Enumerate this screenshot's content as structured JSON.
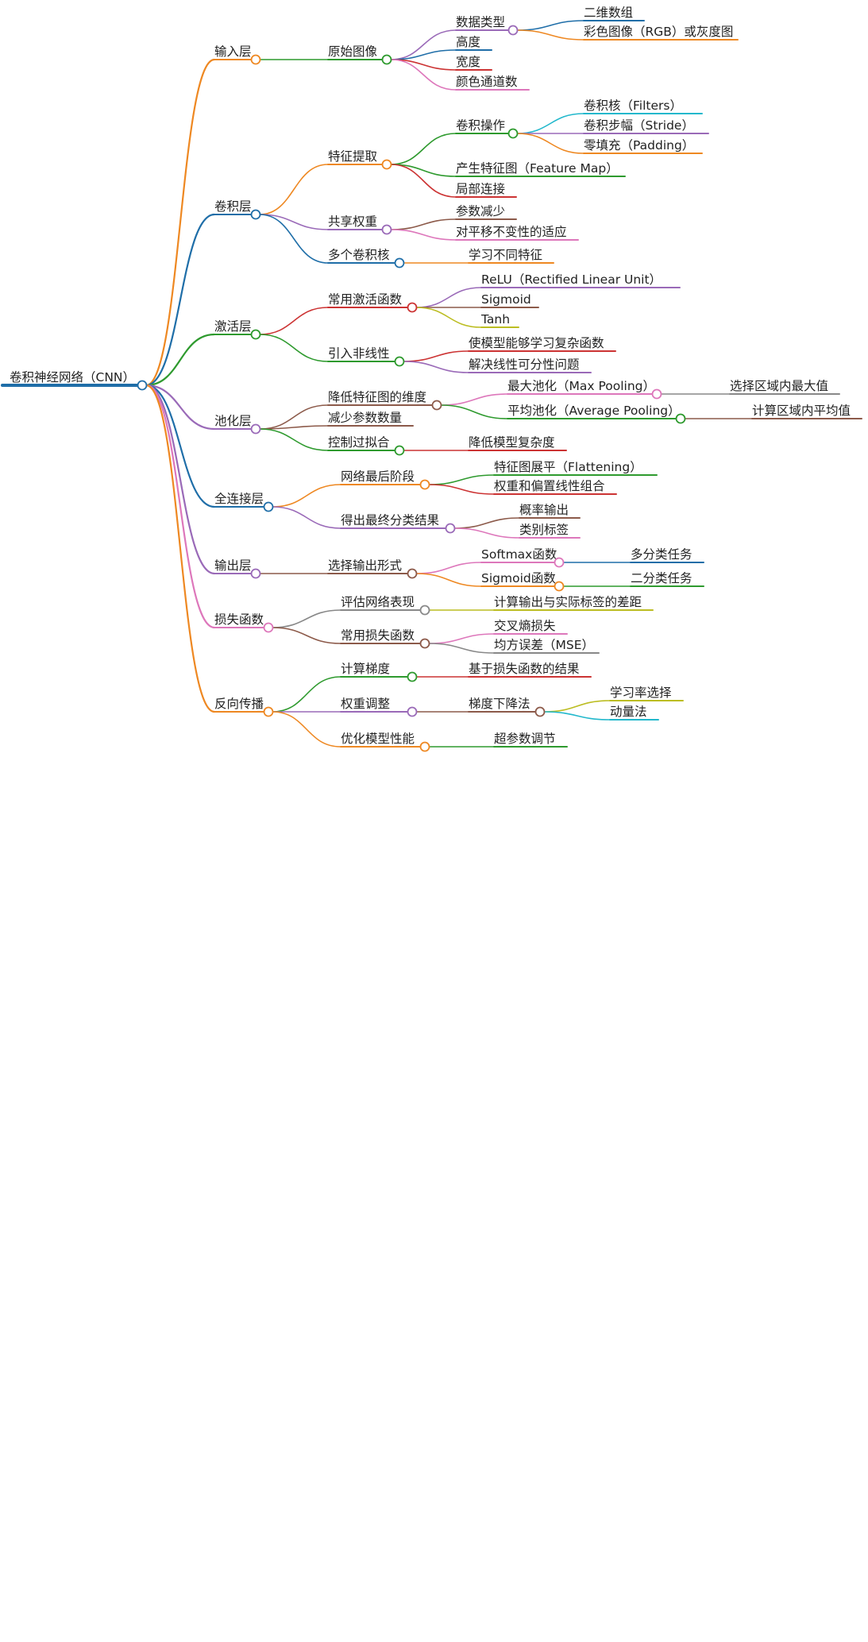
{
  "root": {
    "label": "卷积神经网络（CNN）",
    "color": "#1f6ea8",
    "children": [
      {
        "label": "输入层",
        "color": "#ee8822",
        "children": [
          {
            "label": "原始图像",
            "color": "#2e9a2e",
            "children": [
              {
                "label": "数据类型",
                "color": "#9a6ab8",
                "children": [
                  {
                    "label": "二维数组",
                    "color": "#1f6ea8"
                  },
                  {
                    "label": "彩色图像（RGB）或灰度图",
                    "color": "#ee8822"
                  }
                ]
              },
              {
                "label": "高度",
                "color": "#1f6ea8"
              },
              {
                "label": "宽度",
                "color": "#cc3333"
              },
              {
                "label": "颜色通道数",
                "color": "#dd77bb"
              }
            ]
          }
        ]
      },
      {
        "label": "卷积层",
        "color": "#1f6ea8",
        "children": [
          {
            "label": "特征提取",
            "color": "#ee8822",
            "children": [
              {
                "label": "卷积操作",
                "color": "#2e9a2e",
                "children": [
                  {
                    "label": "卷积核（Filters）",
                    "color": "#22b8cc"
                  },
                  {
                    "label": "卷积步幅（Stride）",
                    "color": "#9a6ab8"
                  },
                  {
                    "label": "零填充（Padding）",
                    "color": "#ee8822"
                  }
                ]
              },
              {
                "label": "产生特征图（Feature Map）",
                "color": "#2e9a2e"
              },
              {
                "label": "局部连接",
                "color": "#cc3333"
              }
            ]
          },
          {
            "label": "共享权重",
            "color": "#9a6ab8",
            "children": [
              {
                "label": "参数减少",
                "color": "#8c5a4a"
              },
              {
                "label": "对平移不变性的适应",
                "color": "#dd77bb"
              }
            ]
          },
          {
            "label": "多个卷积核",
            "color": "#1f6ea8",
            "children": [
              {
                "label": "学习不同特征",
                "color": "#ee8822"
              }
            ]
          }
        ]
      },
      {
        "label": "激活层",
        "color": "#2e9a2e",
        "children": [
          {
            "label": "常用激活函数",
            "color": "#cc3333",
            "children": [
              {
                "label": "ReLU（Rectified Linear Unit）",
                "color": "#9a6ab8"
              },
              {
                "label": "Sigmoid",
                "color": "#8c5a4a"
              },
              {
                "label": "Tanh",
                "color": "#bcbd22"
              }
            ]
          },
          {
            "label": "引入非线性",
            "color": "#2e9a2e",
            "children": [
              {
                "label": "使模型能够学习复杂函数",
                "color": "#cc3333"
              },
              {
                "label": "解决线性可分性问题",
                "color": "#9a6ab8"
              }
            ]
          }
        ]
      },
      {
        "label": "池化层",
        "color": "#9a6ab8",
        "children": [
          {
            "label": "降低特征图的维度",
            "color": "#8c5a4a",
            "children": [
              {
                "label": "最大池化（Max Pooling）",
                "color": "#dd77bb",
                "children": [
                  {
                    "label": "选择区域内最大值",
                    "color": "#888888"
                  }
                ]
              },
              {
                "label": "平均池化（Average Pooling）",
                "color": "#2e9a2e",
                "children": [
                  {
                    "label": "计算区域内平均值",
                    "color": "#8c5a4a"
                  }
                ]
              }
            ]
          },
          {
            "label": "减少参数数量",
            "color": "#8c5a4a"
          },
          {
            "label": "控制过拟合",
            "color": "#2e9a2e",
            "children": [
              {
                "label": "降低模型复杂度",
                "color": "#cc3333"
              }
            ]
          }
        ]
      },
      {
        "label": "全连接层",
        "color": "#1f6ea8",
        "children": [
          {
            "label": "网络最后阶段",
            "color": "#ee8822",
            "children": [
              {
                "label": "特征图展平（Flattening）",
                "color": "#2e9a2e"
              },
              {
                "label": "权重和偏置线性组合",
                "color": "#cc3333"
              }
            ]
          },
          {
            "label": "得出最终分类结果",
            "color": "#9a6ab8",
            "children": [
              {
                "label": "概率输出",
                "color": "#8c5a4a"
              },
              {
                "label": "类别标签",
                "color": "#dd77bb"
              }
            ]
          }
        ]
      },
      {
        "label": "输出层",
        "color": "#9a6ab8",
        "children": [
          {
            "label": "选择输出形式",
            "color": "#8c5a4a",
            "children": [
              {
                "label": "Softmax函数",
                "color": "#dd77bb",
                "children": [
                  {
                    "label": "多分类任务",
                    "color": "#1f6ea8"
                  }
                ]
              },
              {
                "label": "Sigmoid函数",
                "color": "#ee8822",
                "children": [
                  {
                    "label": "二分类任务",
                    "color": "#2e9a2e"
                  }
                ]
              }
            ]
          }
        ]
      },
      {
        "label": "损失函数",
        "color": "#dd77bb",
        "children": [
          {
            "label": "评估网络表现",
            "color": "#888888",
            "children": [
              {
                "label": "计算输出与实际标签的差距",
                "color": "#bcbd22"
              }
            ]
          },
          {
            "label": "常用损失函数",
            "color": "#8c5a4a",
            "children": [
              {
                "label": "交叉熵损失",
                "color": "#dd77bb"
              },
              {
                "label": "均方误差（MSE）",
                "color": "#888888"
              }
            ]
          }
        ]
      },
      {
        "label": "反向传播",
        "color": "#ee8822",
        "children": [
          {
            "label": "计算梯度",
            "color": "#2e9a2e",
            "children": [
              {
                "label": "基于损失函数的结果",
                "color": "#cc3333"
              }
            ]
          },
          {
            "label": "权重调整",
            "color": "#9a6ab8",
            "children": [
              {
                "label": "梯度下降法",
                "color": "#8c5a4a",
                "children": [
                  {
                    "label": "学习率选择",
                    "color": "#bcbd22"
                  },
                  {
                    "label": "动量法",
                    "color": "#22b8cc"
                  }
                ]
              }
            ]
          },
          {
            "label": "优化模型性能",
            "color": "#ee8822",
            "children": [
              {
                "label": "超参数调节",
                "color": "#2e9a2e"
              }
            ]
          }
        ]
      }
    ]
  }
}
